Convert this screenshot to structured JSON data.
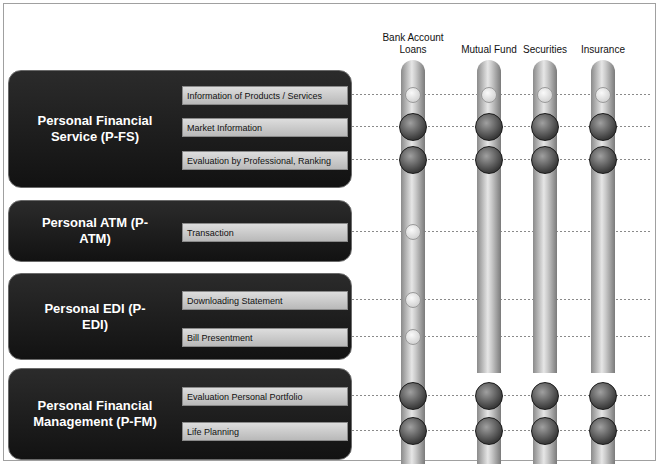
{
  "diagram": {
    "nodes": [
      {
        "text": [
          "Bank Account Loans"
        ]
      },
      {
        "text": [
          "Mutual Fund"
        ]
      },
      {
        "text": [
          "Securities"
        ]
      },
      {
        "text": [
          "Insurance"
        ]
      },
      {
        "text": [
          "Personal Financial Service (P-FS)"
        ]
      },
      {
        "text": [
          "Information of Products / Services"
        ],
        "in": 4
      },
      {
        "text": [
          "Market Information"
        ],
        "in": 4
      },
      {
        "text": [
          "Evaluation by Professional, Ranking"
        ],
        "in": 4
      },
      {
        "text": [
          "Personal ATM (P-ATM)"
        ]
      },
      {
        "text": [
          "Transaction"
        ],
        "in": 8
      },
      {
        "text": [
          "Personal EDI (P-EDI)"
        ]
      },
      {
        "text": [
          "Downloading Statement"
        ],
        "in": 10
      },
      {
        "text": [
          "Bill Presentment"
        ],
        "in": 10
      },
      {
        "text": [
          "Personal Financial Management (P-FM)"
        ]
      },
      {
        "text": [
          "Evaluation Personal Portfolio"
        ],
        "in": 13
      },
      {
        "text": [
          "Life Planning"
        ],
        "in": 13
      }
    ]
  }
}
